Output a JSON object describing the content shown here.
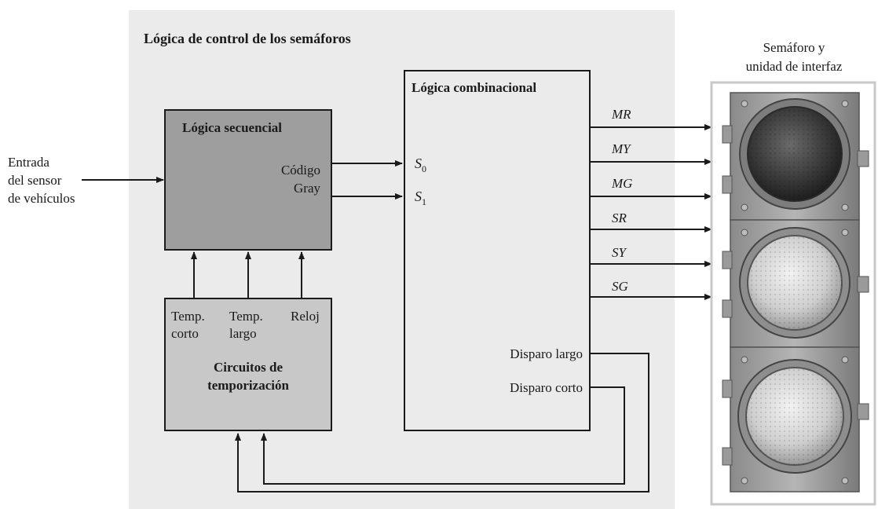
{
  "control_logic": {
    "title": "Lógica de control de los semáforos",
    "background": "#ebebeb"
  },
  "sequential_logic": {
    "title": "Lógica secuencial",
    "output_label_line1": "Código",
    "output_label_line2": "Gray",
    "fill": "#9e9e9e"
  },
  "sensor_input": {
    "line1": "Entrada",
    "line2": "del sensor",
    "line3": "de vehículos"
  },
  "timing_circuits": {
    "title_line1": "Circuitos de",
    "title_line2": "temporización",
    "fill": "#c8c8c8",
    "outputs": [
      {
        "line1": "Temp.",
        "line2": "corto"
      },
      {
        "line1": "Temp.",
        "line2": "largo"
      },
      {
        "line1": "Reloj",
        "line2": ""
      }
    ]
  },
  "combinational_logic": {
    "title": "Lógica combinacional",
    "inputs": [
      {
        "base": "S",
        "sub": "0"
      },
      {
        "base": "S",
        "sub": "1"
      }
    ],
    "outputs": [
      "MR",
      "MY",
      "MG",
      "SR",
      "SY",
      "SG"
    ],
    "triggers": [
      "Disparo largo",
      "Disparo corto"
    ]
  },
  "traffic_light": {
    "caption_line1": "Semáforo y",
    "caption_line2": "unidad de interfaz"
  }
}
